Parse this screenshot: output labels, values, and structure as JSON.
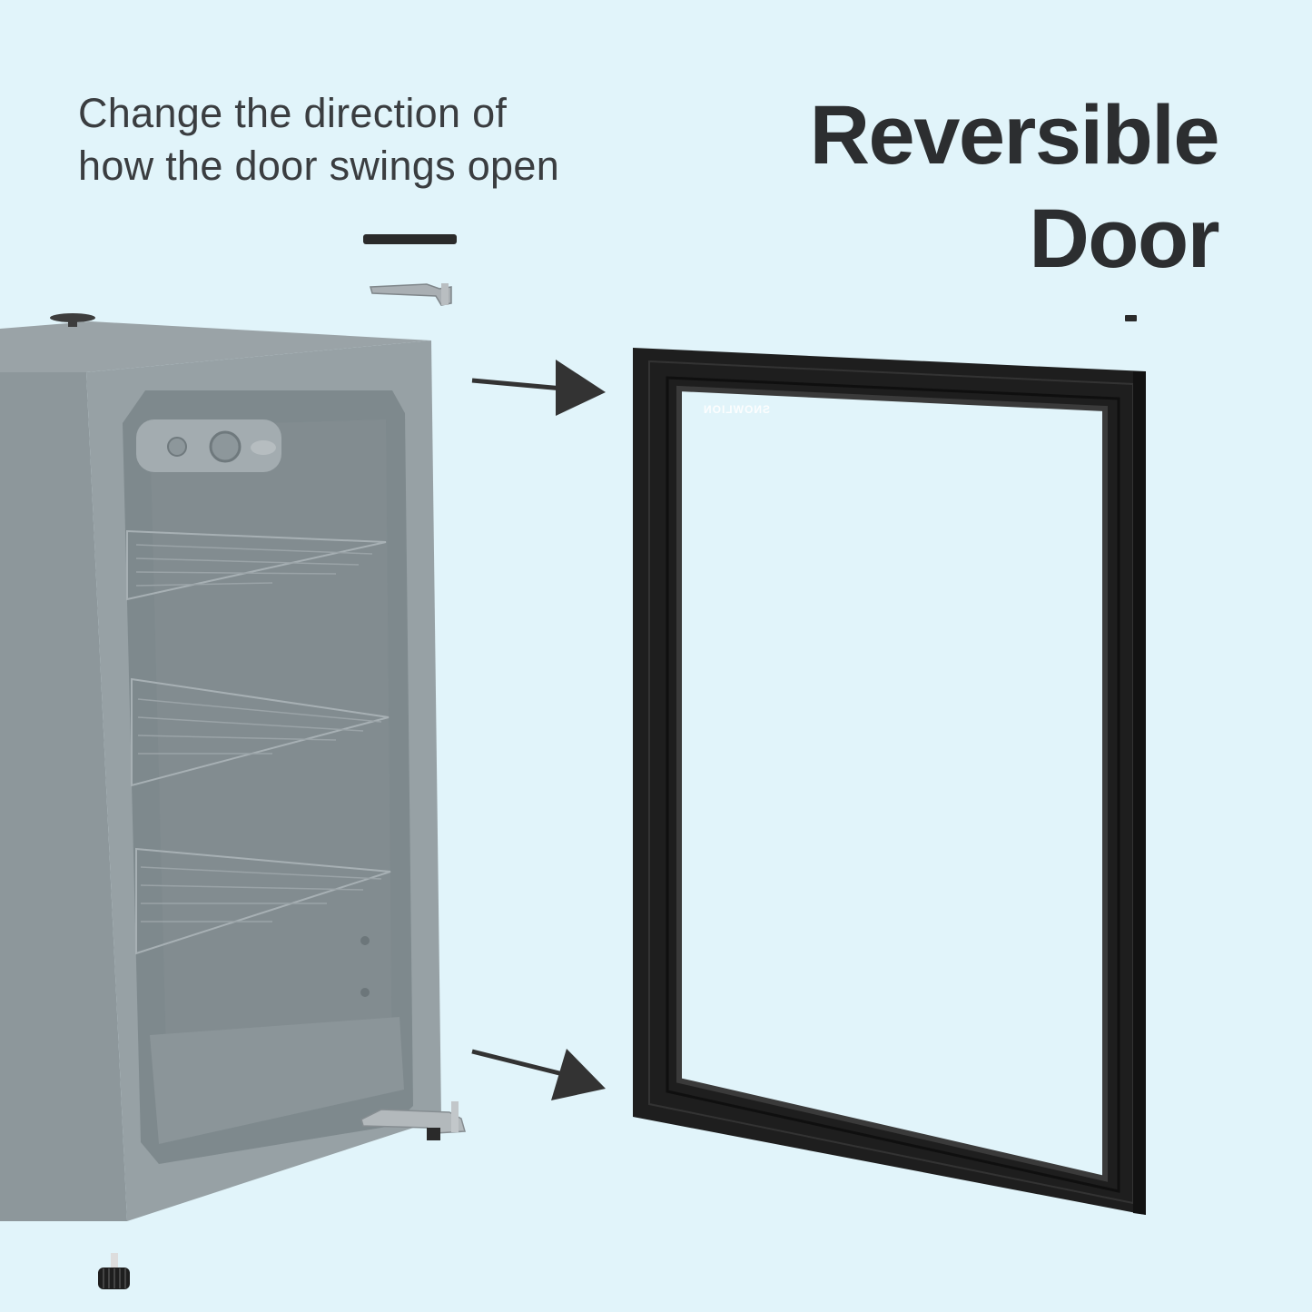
{
  "heading": {
    "line1": "Reversible",
    "line2": "Door"
  },
  "subheading": {
    "line1": "Change the direction of",
    "line2": "how the door swings open"
  },
  "door_logo_text": "SNOWLION",
  "colors": {
    "background": "#e1f4fa",
    "fridge_body": "#8d979b",
    "door_frame": "#1e1e1e",
    "arrow": "#333333"
  },
  "icons": [
    "fridge-illustration",
    "door-frame-illustration",
    "top-hinge-icon",
    "bottom-hinge-icon",
    "arrow-icon",
    "leveling-foot-icon"
  ]
}
